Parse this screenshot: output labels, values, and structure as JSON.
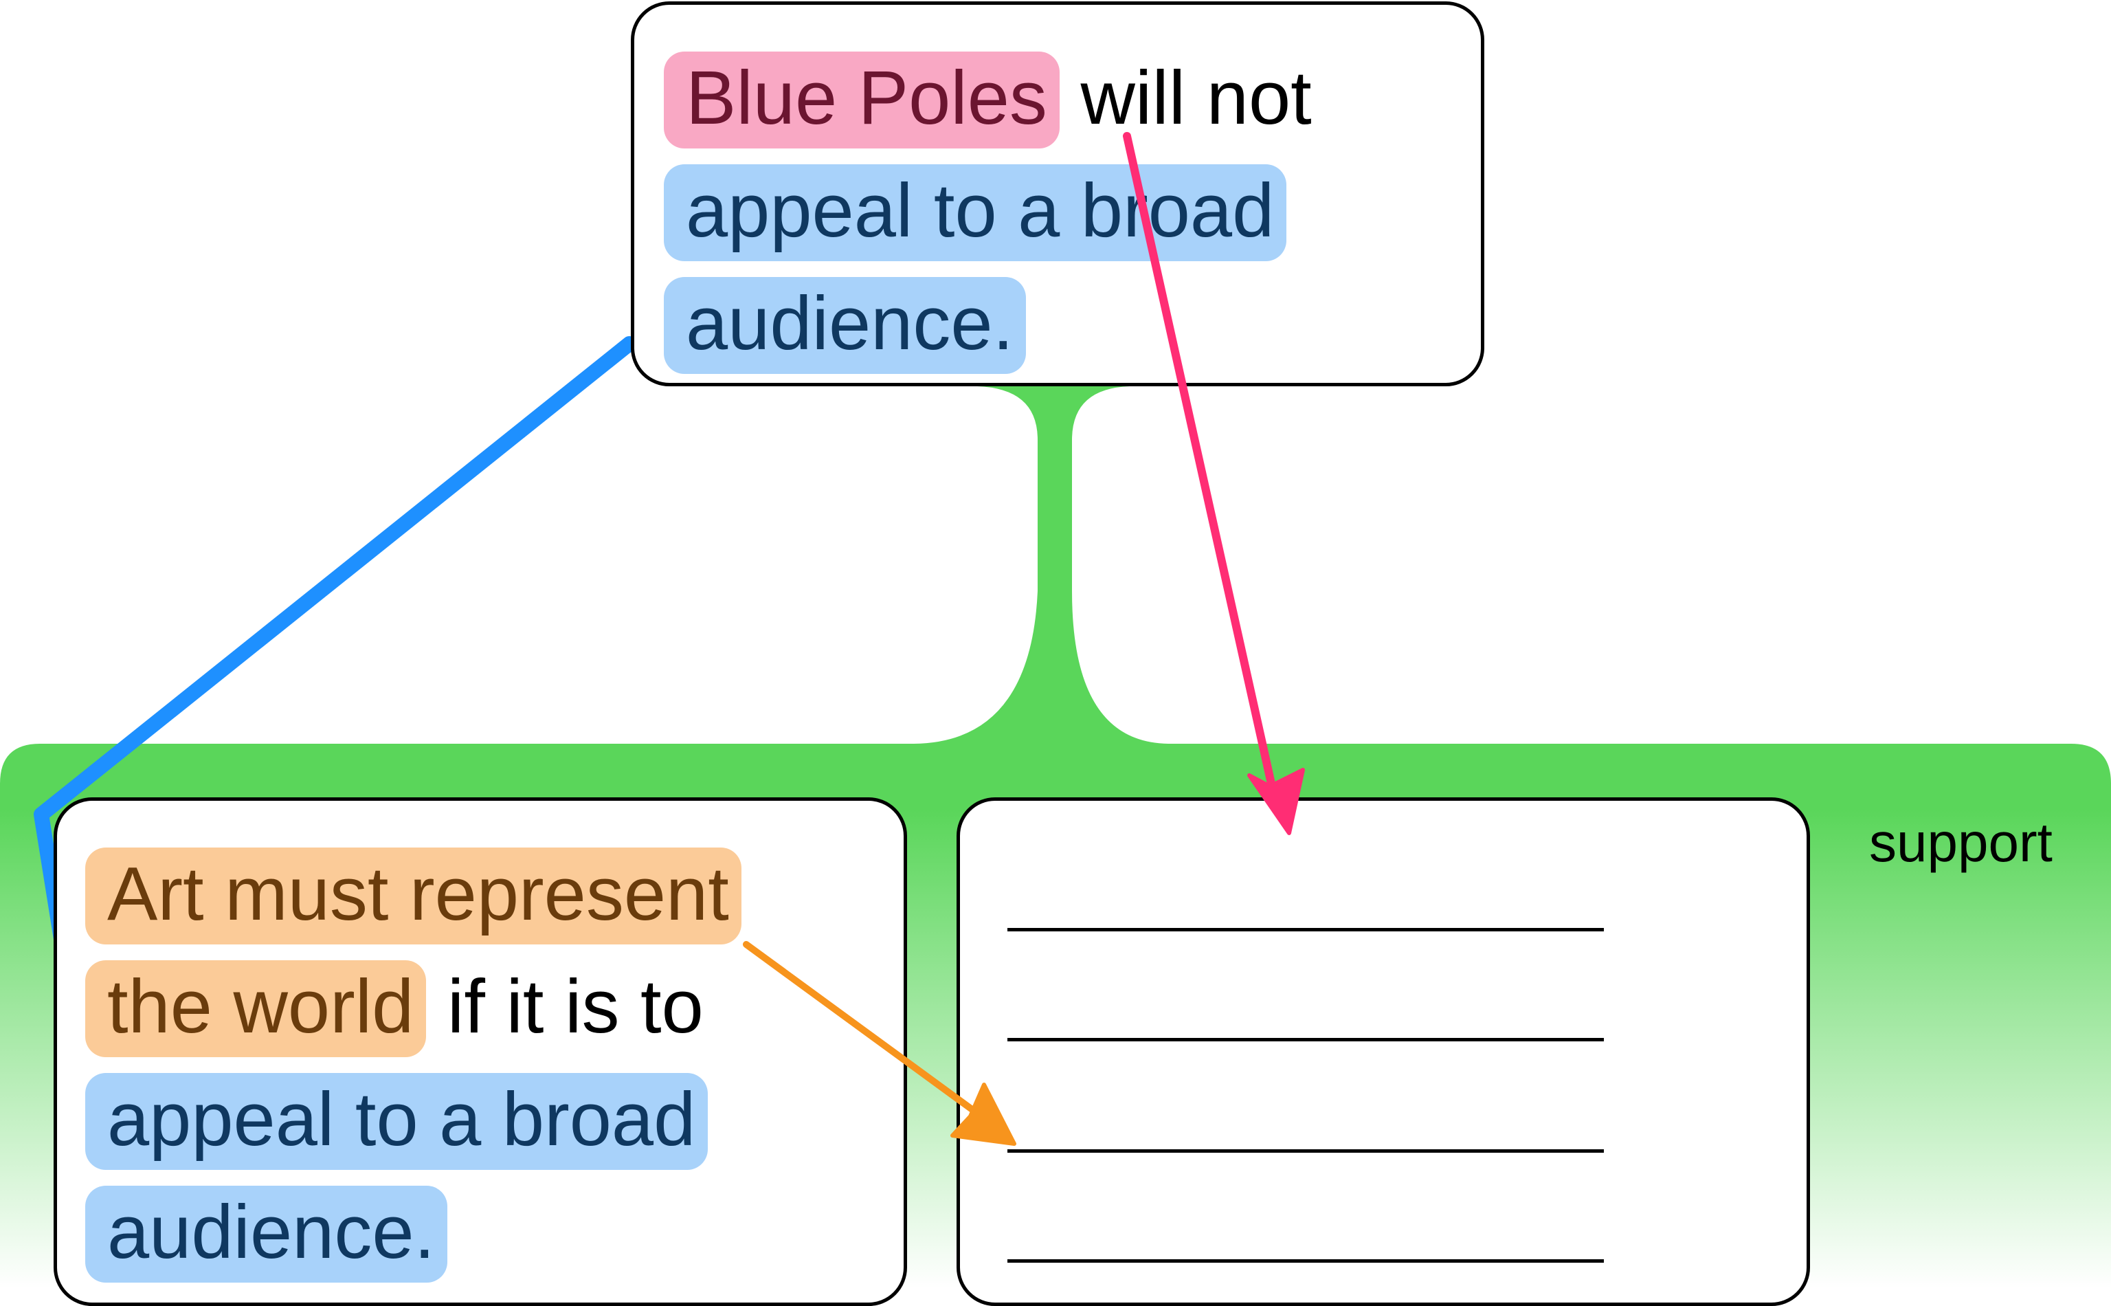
{
  "colors": {
    "support_green": "#5ad65a",
    "link_blue": "#1e90ff",
    "arrow_pink": "#ff2d74",
    "arrow_orange": "#f7941d",
    "highlight_pink": "#f9a8c4",
    "highlight_blue": "#a8d2fa",
    "highlight_orange": "#fbcb98"
  },
  "conclusion": {
    "line1": {
      "subject": "Blue Poles",
      "rest": " will not"
    },
    "line2": "appeal to a broad",
    "line3": "audience."
  },
  "premise": {
    "line1": "Art must represent",
    "line2": {
      "highlight": "the world",
      "rest": " if it is to"
    },
    "line3": "appeal to a broad",
    "line4": "audience."
  },
  "support_label": "support",
  "blank_lines": [
    "____________________",
    "____________________",
    "____________________",
    "____________________"
  ]
}
